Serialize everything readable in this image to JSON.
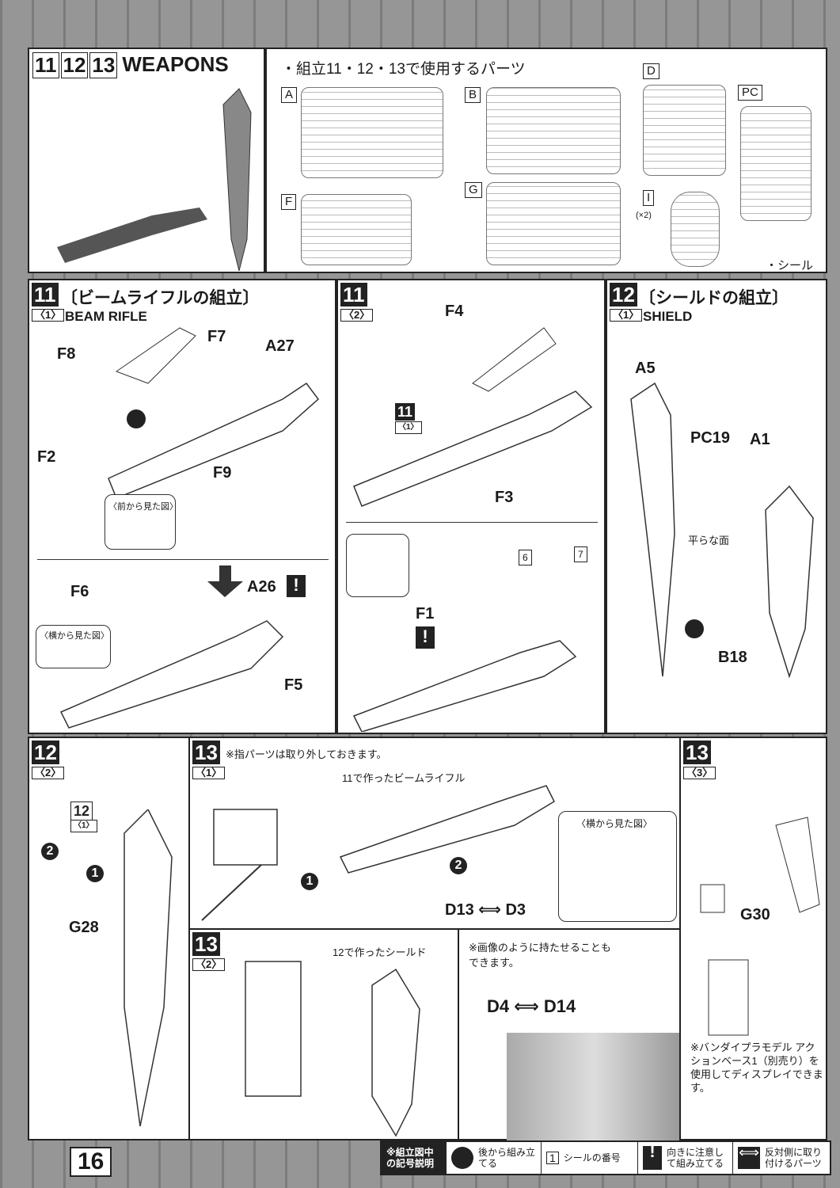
{
  "header": {
    "steps": [
      "11",
      "12",
      "13"
    ],
    "title": "WEAPONS",
    "parts_heading": "・組立11・12・13で使用するパーツ",
    "runners": [
      "A",
      "B",
      "D",
      "PC",
      "F",
      "G",
      "I"
    ],
    "runner_i_qty": "(×2)",
    "seal_label": "・シール"
  },
  "step11_1": {
    "num": "11",
    "sub": "〈1〉",
    "title_jp": "〔ビームライフルの組立〕",
    "title_en": "BEAM RIFLE",
    "parts": [
      "F8",
      "F7",
      "A27",
      "F2",
      "F9",
      "F6",
      "A26",
      "F5"
    ],
    "front_view": "〈前から見た図〉",
    "side_view": "〈横から見た図〉"
  },
  "step11_2": {
    "num": "11",
    "sub": "〈2〉",
    "parts": [
      "F4",
      "F3",
      "F1"
    ],
    "ref": "11",
    "ref_sub": "〈1〉",
    "seals": [
      "6",
      "7"
    ]
  },
  "step12_1": {
    "num": "12",
    "sub": "〈1〉",
    "title_jp": "〔シールドの組立〕",
    "title_en": "SHIELD",
    "parts": [
      "A5",
      "PC19",
      "A1",
      "B18"
    ],
    "flat_face": "平らな面"
  },
  "step12_2": {
    "num": "12",
    "sub": "〈2〉",
    "ref": "12",
    "ref_sub": "〈1〉",
    "parts": [
      "G28"
    ],
    "order": [
      "2",
      "1"
    ]
  },
  "step13_1": {
    "num": "13",
    "sub": "〈1〉",
    "note": "※指パーツは取り外しておきます。",
    "made_rifle": "11で作ったビームライフル",
    "side_view": "〈横から見た図〉",
    "parts": "D13 ⟺ D3",
    "order": [
      "1",
      "2"
    ]
  },
  "step13_2": {
    "num": "13",
    "sub": "〈2〉",
    "made_shield": "12で作ったシールド",
    "note": "※画像のように持たせることもできます。",
    "parts": "D4 ⟺ D14"
  },
  "step13_3": {
    "num": "13",
    "sub": "〈3〉",
    "parts": [
      "G30"
    ],
    "note": "※バンダイプラモデル アクションベース1（別売り）を使用してディスプレイできます。"
  },
  "footer": {
    "page": "16",
    "legend_title": "※組立図中の記号説明",
    "legend": [
      "後から組み立てる",
      "シールの番号",
      "向きに注意して組み立てる",
      "反対側に取り付けるパーツ"
    ],
    "seal_example": "1"
  }
}
